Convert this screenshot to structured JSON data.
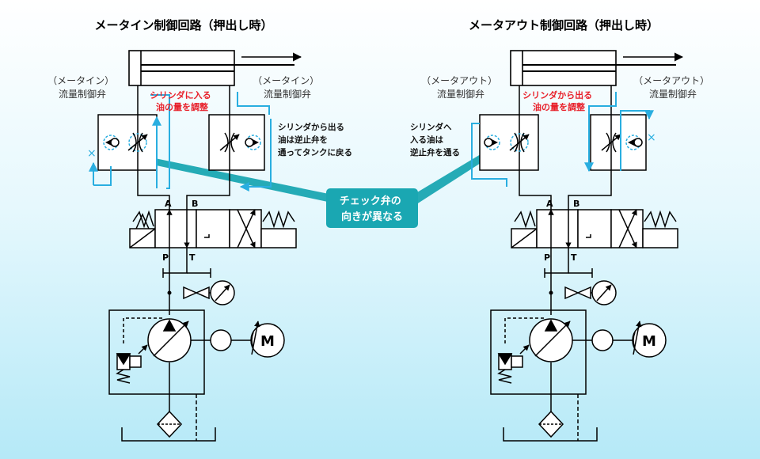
{
  "circuits": [
    {
      "title": "メータイン制御回路（押出し時）",
      "left_valve_label": [
        "（メータイン）",
        "流量制御弁"
      ],
      "right_valve_label": [
        "（メータイン）",
        "流量制御弁"
      ],
      "red_note": [
        "シリンダに入る",
        "油の量を調整"
      ],
      "side_note": [
        "シリンダから出る",
        "油は逆止弁を",
        "通ってタンクに戻る"
      ],
      "side_note_position": "right",
      "ports": {
        "a": "A",
        "b": "B",
        "p": "P",
        "t": "T"
      },
      "motor": "M"
    },
    {
      "title": "メータアウト制御回路（押出し時）",
      "left_valve_label": [
        "（メータアウト）",
        "流量制御弁"
      ],
      "right_valve_label": [
        "（メータアウト）",
        "流量制御弁"
      ],
      "red_note": [
        "シリンダから出る",
        "油の量を調整"
      ],
      "side_note": [
        "シリンダへ",
        "入る油は",
        "逆止弁を通る"
      ],
      "side_note_position": "left",
      "ports": {
        "a": "A",
        "b": "B",
        "p": "P",
        "t": "T"
      },
      "motor": "M"
    }
  ],
  "callout": [
    "チェック弁の",
    "向きが異なる"
  ],
  "colors": {
    "flow": "#29aee0",
    "callout": "#1aa7b2",
    "note": "#e8202a",
    "line": "#000000"
  }
}
